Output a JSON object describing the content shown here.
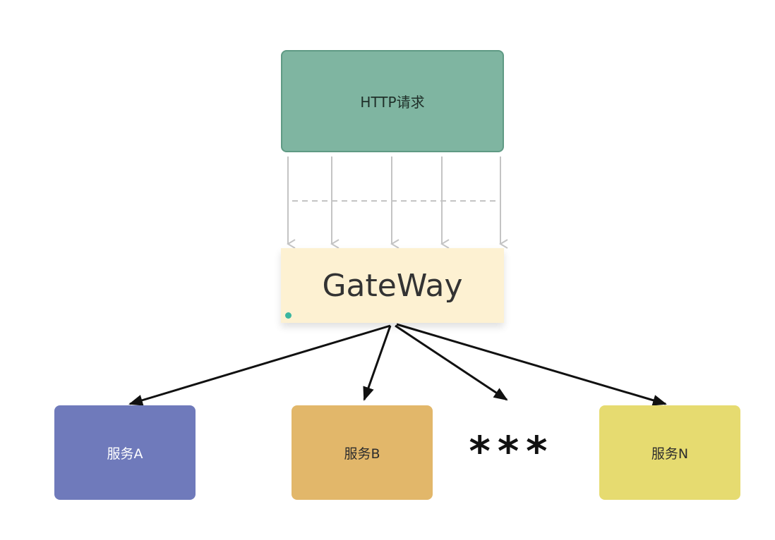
{
  "nodes": {
    "http": {
      "label": "HTTP请求"
    },
    "gateway": {
      "label": "GateWay",
      "watermark_icon": "brand-logo-icon"
    },
    "service_a": {
      "label": "服务A"
    },
    "service_b": {
      "label": "服务B"
    },
    "ellipsis": {
      "label": "***"
    },
    "service_n": {
      "label": "服务N"
    }
  },
  "colors": {
    "http_fill": "#7fb5a1",
    "gateway_fill": "#fdf1d2",
    "service_a_fill": "#6f7abb",
    "service_b_fill": "#e2b76a",
    "service_n_fill": "#e6db70",
    "request_arrows": "#c4c4c4",
    "routing_arrows": "#111111"
  },
  "edges": [
    {
      "from": "http",
      "to": "gateway",
      "style": "gray-parallel",
      "count": 5
    },
    {
      "from": "gateway",
      "to": "service_a",
      "style": "black"
    },
    {
      "from": "gateway",
      "to": "service_b",
      "style": "black"
    },
    {
      "from": "gateway",
      "to": "ellipsis",
      "style": "black"
    },
    {
      "from": "gateway",
      "to": "service_n",
      "style": "black"
    }
  ]
}
